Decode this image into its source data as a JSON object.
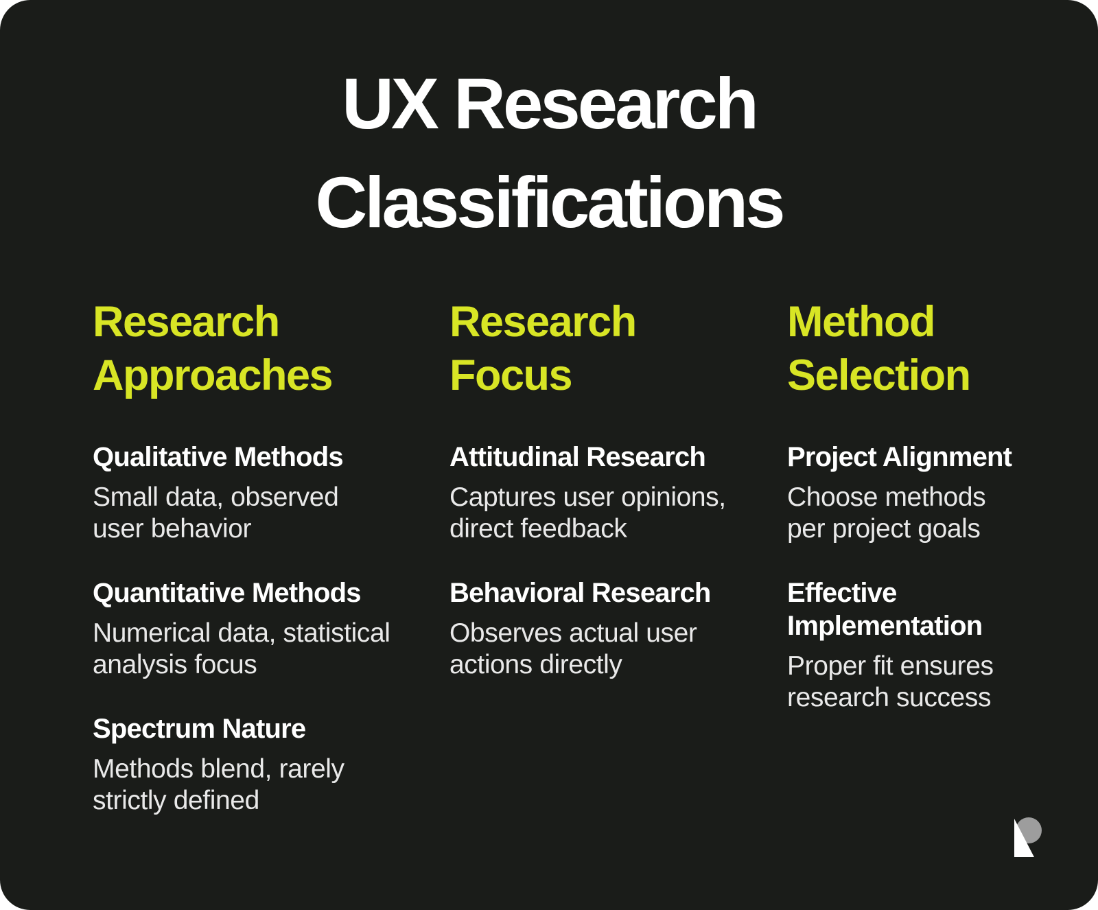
{
  "title": "UX Research\nClassifications",
  "colors": {
    "page_background": "#ffffff",
    "card_background": "#1a1c19",
    "accent": "#d8e525",
    "heading_text": "#ffffff",
    "body_text": "#e9e9e9",
    "logo_circle_gray": "#9d9d9d",
    "logo_triangle_white": "#ffffff"
  },
  "columns": [
    {
      "heading": "Research\nApproaches",
      "sections": [
        {
          "title": "Qualitative Methods",
          "body": "Small data, observed\nuser behavior"
        },
        {
          "title": "Quantitative Methods",
          "body": "Numerical data, statistical\nanalysis focus"
        },
        {
          "title": "Spectrum Nature",
          "body": "Methods blend, rarely\nstrictly defined"
        }
      ]
    },
    {
      "heading": "Research\nFocus",
      "sections": [
        {
          "title": "Attitudinal Research",
          "body": "Captures user opinions,\ndirect feedback"
        },
        {
          "title": "Behavioral Research",
          "body": "Observes actual user\nactions directly"
        }
      ]
    },
    {
      "heading": "Method\nSelection",
      "sections": [
        {
          "title": "Project Alignment",
          "body": "Choose methods\nper project goals"
        },
        {
          "title": "Effective\nImplementation",
          "body": "Proper fit ensures\nresearch success"
        }
      ]
    }
  ],
  "logo": {
    "name": "R mark logo"
  }
}
